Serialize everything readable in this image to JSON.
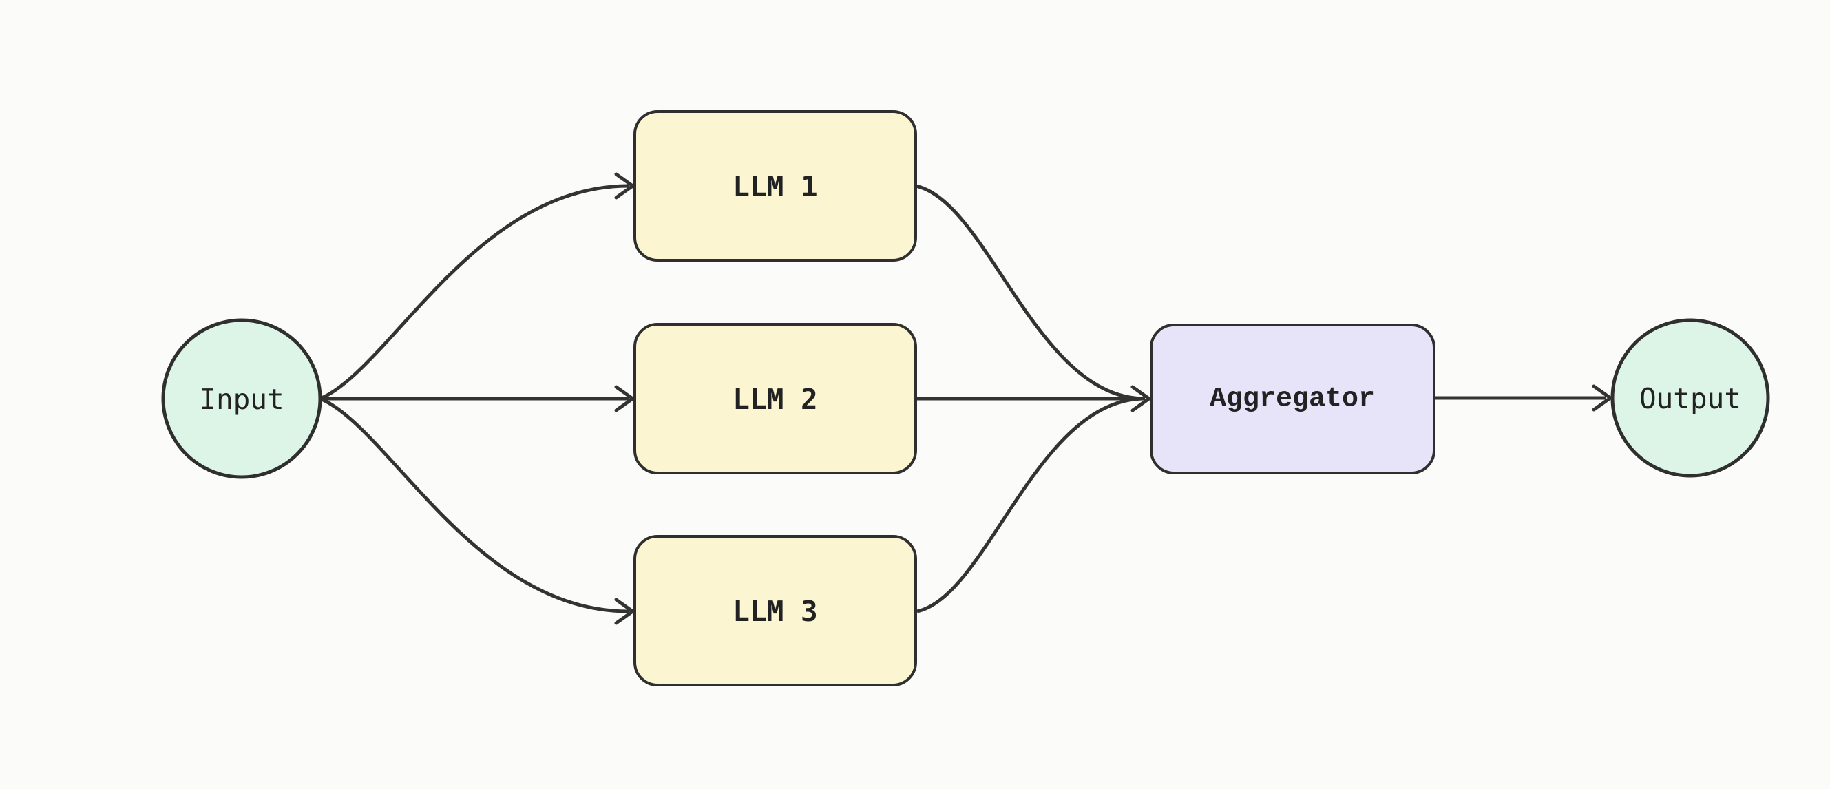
{
  "diagram": {
    "canvas": {
      "background": "#fbfbf9",
      "edge_stroke": "#333333",
      "node_border": "#2f2f2f",
      "text_color": "#222222"
    },
    "nodes": {
      "input": {
        "label": "Input",
        "shape": "circle",
        "fill": "#dcf5e7"
      },
      "llm1": {
        "label": "LLM 1",
        "shape": "rounded-rect",
        "fill": "#fbf5d2"
      },
      "llm2": {
        "label": "LLM 2",
        "shape": "rounded-rect",
        "fill": "#fbf5d2"
      },
      "llm3": {
        "label": "LLM 3",
        "shape": "rounded-rect",
        "fill": "#fbf5d2"
      },
      "aggregator": {
        "label": "Aggregator",
        "shape": "rounded-rect",
        "fill": "#e7e4fa"
      },
      "output": {
        "label": "Output",
        "shape": "circle",
        "fill": "#dcf5e7"
      }
    },
    "edges": [
      {
        "from": "Input",
        "to": "LLM 1"
      },
      {
        "from": "Input",
        "to": "LLM 2"
      },
      {
        "from": "Input",
        "to": "LLM 3"
      },
      {
        "from": "LLM 1",
        "to": "Aggregator"
      },
      {
        "from": "LLM 2",
        "to": "Aggregator"
      },
      {
        "from": "LLM 3",
        "to": "Aggregator"
      },
      {
        "from": "Aggregator",
        "to": "Output"
      }
    ]
  }
}
